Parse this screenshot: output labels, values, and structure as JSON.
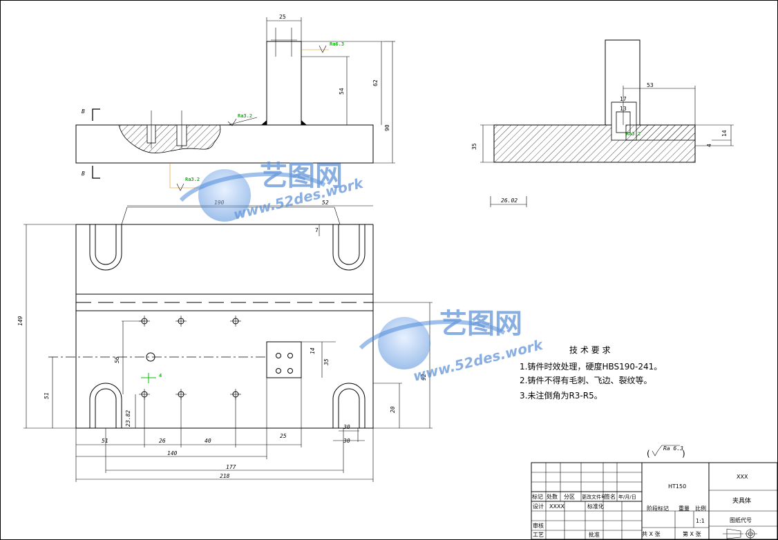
{
  "drawing": {
    "dims_front": {
      "d25": "25",
      "ra1": "Ra6.3",
      "d54": "54",
      "d62": "62",
      "d90": "90",
      "sec_a": "B",
      "sec_b": "B",
      "ra2": "Ra3.2",
      "ra3": "Ra3.2"
    },
    "dims_side": {
      "d53": "53",
      "d17": "17",
      "d13": "13",
      "d35": "35",
      "d14": "14",
      "d4": "4",
      "ra4": "Ra3.2",
      "d2602": "26.02"
    },
    "dims_plan": {
      "d190": "190",
      "d52": "52",
      "d7": "7",
      "d149": "149",
      "d51v": "51",
      "d56": "56",
      "d14": "14",
      "d35": "35",
      "d92": "92",
      "d20v": "20",
      "d2382": "23.82",
      "d51h": "51",
      "d26": "26",
      "d40": "40",
      "d25": "25",
      "d30a": "30",
      "d30b": "30",
      "d140": "140",
      "d177": "177",
      "d218": "218",
      "d4": "4"
    }
  },
  "watermark": {
    "brand": "艺图网",
    "url": "www.52des.work"
  },
  "tech_requirements": {
    "title": "技 术 要 求",
    "items": [
      "1.铸件时效处理，硬度HBS190-241。",
      "2.铸件不得有毛刺、飞边、裂纹等。",
      "3.未注倒角为R3-R5。"
    ]
  },
  "roughness_note": {
    "value": "Ra 6.3"
  },
  "title_block": {
    "material": "HT150",
    "company": "XXX",
    "part_name": "夹具体",
    "drawing_no": "图纸代号",
    "scale": "1:1",
    "h_biaoji": "标记",
    "h_chushu": "处数",
    "h_fenqu": "分区",
    "h_gengai": "更改文件号",
    "h_qianming": "签名",
    "h_date": "年/月/日",
    "design": "设计",
    "designer": "XXXX",
    "standardize": "标准化",
    "stage_mark": "阶段标记",
    "weight": "重量",
    "ratio": "比例",
    "review": "审核",
    "process": "工艺",
    "approve": "批准",
    "total_sheets": "共  X  张",
    "sheet_no": "第  X  张"
  }
}
